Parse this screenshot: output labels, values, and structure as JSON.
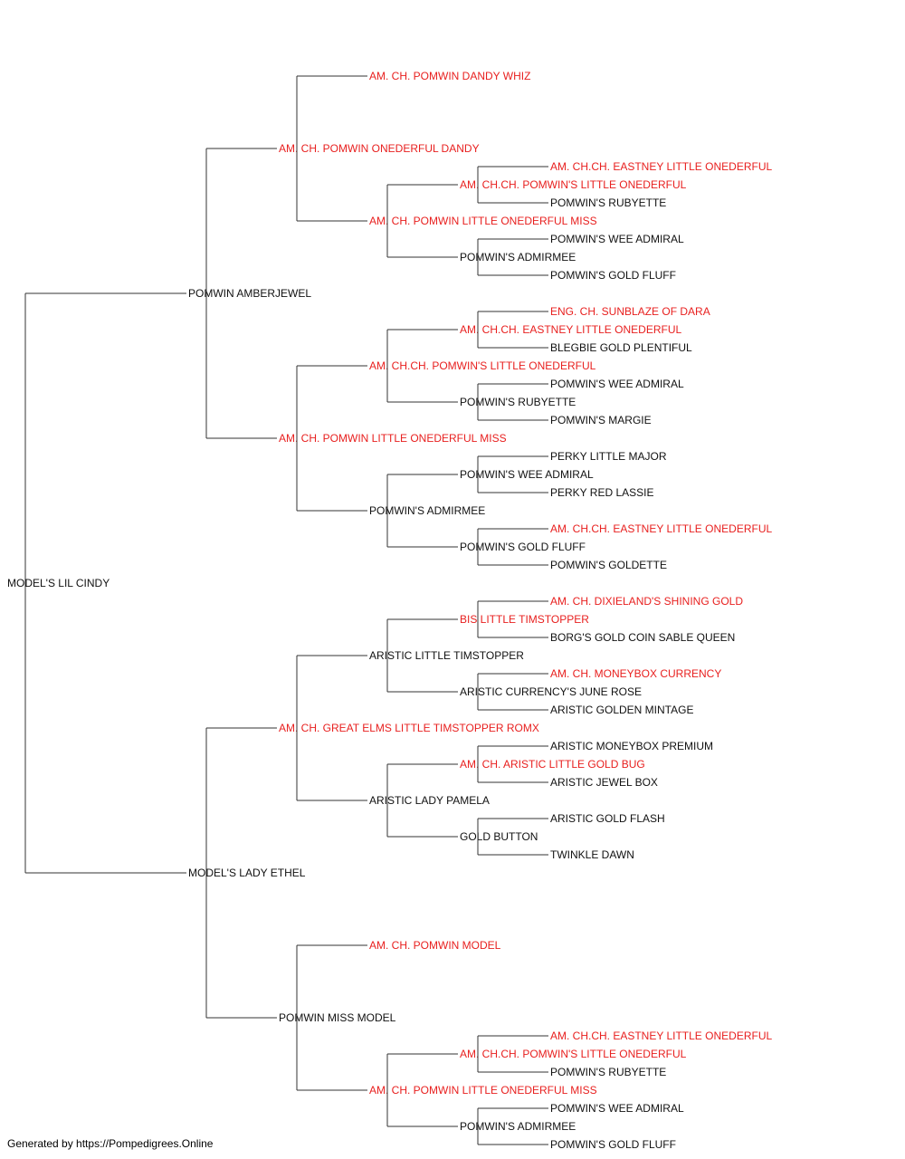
{
  "footer": "Generated by https://Pompedigrees.Online",
  "colors": {
    "champion": "#e8201f",
    "regular": "#111111",
    "lines": "#333333"
  },
  "pedigree": {
    "name": "MODEL'S LIL CINDY",
    "champion": false,
    "sire": {
      "name": "POMWIN AMBERJEWEL",
      "champion": false,
      "sire": {
        "name": "AM. CH. POMWIN ONEDERFUL DANDY",
        "champion": true,
        "sire": {
          "name": "AM. CH. POMWIN DANDY WHIZ",
          "champion": true
        },
        "dam": {
          "name": "AM. CH. POMWIN LITTLE ONEDERFUL MISS",
          "champion": true,
          "sire": {
            "name": "AM. CH.CH. POMWIN'S LITTLE ONEDERFUL",
            "champion": true,
            "sire": {
              "name": "AM. CH.CH. EASTNEY LITTLE ONEDERFUL",
              "champion": true
            },
            "dam": {
              "name": "POMWIN'S RUBYETTE",
              "champion": false
            }
          },
          "dam": {
            "name": "POMWIN'S ADMIRMEE",
            "champion": false,
            "sire": {
              "name": "POMWIN'S WEE ADMIRAL",
              "champion": false
            },
            "dam": {
              "name": "POMWIN'S GOLD FLUFF",
              "champion": false
            }
          }
        }
      },
      "dam": {
        "name": "AM. CH. POMWIN LITTLE ONEDERFUL MISS",
        "champion": true,
        "sire": {
          "name": "AM. CH.CH. POMWIN'S LITTLE ONEDERFUL",
          "champion": true,
          "sire": {
            "name": "AM. CH.CH. EASTNEY LITTLE ONEDERFUL",
            "champion": true,
            "sire": {
              "name": "ENG. CH. SUNBLAZE OF DARA",
              "champion": true
            },
            "dam": {
              "name": "BLEGBIE GOLD PLENTIFUL",
              "champion": false
            }
          },
          "dam": {
            "name": "POMWIN'S RUBYETTE",
            "champion": false,
            "sire": {
              "name": "POMWIN'S WEE ADMIRAL",
              "champion": false
            },
            "dam": {
              "name": "POMWIN'S MARGIE",
              "champion": false
            }
          }
        },
        "dam": {
          "name": "POMWIN'S ADMIRMEE",
          "champion": false,
          "sire": {
            "name": "POMWIN'S WEE ADMIRAL",
            "champion": false,
            "sire": {
              "name": "PERKY LITTLE MAJOR",
              "champion": false
            },
            "dam": {
              "name": "PERKY RED LASSIE",
              "champion": false
            }
          },
          "dam": {
            "name": "POMWIN'S GOLD FLUFF",
            "champion": false,
            "sire": {
              "name": "AM. CH.CH. EASTNEY LITTLE ONEDERFUL",
              "champion": true
            },
            "dam": {
              "name": "POMWIN'S GOLDETTE",
              "champion": false
            }
          }
        }
      }
    },
    "dam": {
      "name": "MODEL'S LADY ETHEL",
      "champion": false,
      "sire": {
        "name": "AM. CH. GREAT ELMS LITTLE TIMSTOPPER ROMX",
        "champion": true,
        "sire": {
          "name": "ARISTIC LITTLE TIMSTOPPER",
          "champion": false,
          "sire": {
            "name": "BIS LITTLE TIMSTOPPER",
            "champion": true,
            "sire": {
              "name": "AM. CH. DIXIELAND'S SHINING GOLD",
              "champion": true
            },
            "dam": {
              "name": "BORG'S GOLD COIN SABLE QUEEN",
              "champion": false
            }
          },
          "dam": {
            "name": "ARISTIC CURRENCY'S JUNE ROSE",
            "champion": false,
            "sire": {
              "name": "AM. CH. MONEYBOX CURRENCY",
              "champion": true
            },
            "dam": {
              "name": "ARISTIC GOLDEN MINTAGE",
              "champion": false
            }
          }
        },
        "dam": {
          "name": "ARISTIC LADY PAMELA",
          "champion": false,
          "sire": {
            "name": "AM. CH. ARISTIC LITTLE GOLD BUG",
            "champion": true,
            "sire": {
              "name": "ARISTIC MONEYBOX PREMIUM",
              "champion": false
            },
            "dam": {
              "name": "ARISTIC JEWEL BOX",
              "champion": false
            }
          },
          "dam": {
            "name": "GOLD BUTTON",
            "champion": false,
            "sire": {
              "name": "ARISTIC GOLD FLASH",
              "champion": false
            },
            "dam": {
              "name": "TWINKLE DAWN",
              "champion": false
            }
          }
        }
      },
      "dam": {
        "name": "POMWIN MISS MODEL",
        "champion": false,
        "sire": {
          "name": "AM. CH. POMWIN MODEL",
          "champion": true
        },
        "dam": {
          "name": "AM. CH. POMWIN LITTLE ONEDERFUL MISS",
          "champion": true,
          "sire": {
            "name": "AM. CH.CH. POMWIN'S LITTLE ONEDERFUL",
            "champion": true,
            "sire": {
              "name": "AM. CH.CH. EASTNEY LITTLE ONEDERFUL",
              "champion": true
            },
            "dam": {
              "name": "POMWIN'S RUBYETTE",
              "champion": false
            }
          },
          "dam": {
            "name": "POMWIN'S ADMIRMEE",
            "champion": false,
            "sire": {
              "name": "POMWIN'S WEE ADMIRAL",
              "champion": false
            },
            "dam": {
              "name": "POMWIN'S GOLD FLUFF",
              "champion": false
            }
          }
        }
      }
    }
  }
}
